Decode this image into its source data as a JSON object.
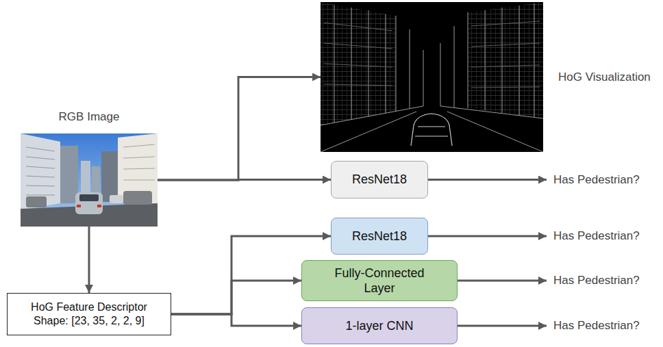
{
  "diagram": {
    "nodes": [
      {
        "text": [
          "RGB Image"
        ]
      },
      {
        "text": [
          "HoG Visualization"
        ]
      },
      {
        "text": [
          "ResNet18"
        ]
      },
      {
        "text": [
          "HoG Feature Descriptor Shape: [23, 35, 2, 2, 9]"
        ]
      },
      {
        "text": [
          "ResNet18"
        ]
      },
      {
        "text": [
          "Fully-Connected Layer"
        ]
      },
      {
        "text": [
          "1-layer CNN"
        ]
      }
    ],
    "edges": [
      {
        "from": 0,
        "to": 1,
        "arrow": "to"
      },
      {
        "from": 0,
        "to": 2,
        "arrow": "to"
      },
      {
        "from": 0,
        "to": 3,
        "arrow": "to"
      },
      {
        "from": 3,
        "to": 4,
        "arrow": "to"
      },
      {
        "from": 3,
        "to": 5,
        "arrow": "to"
      },
      {
        "from": 3,
        "to": 6,
        "arrow": "to"
      }
    ],
    "labels": [
      "Has Pedestrian?",
      "Has Pedestrian?",
      "Has Pedestrian?",
      "Has Pedestrian?"
    ]
  }
}
